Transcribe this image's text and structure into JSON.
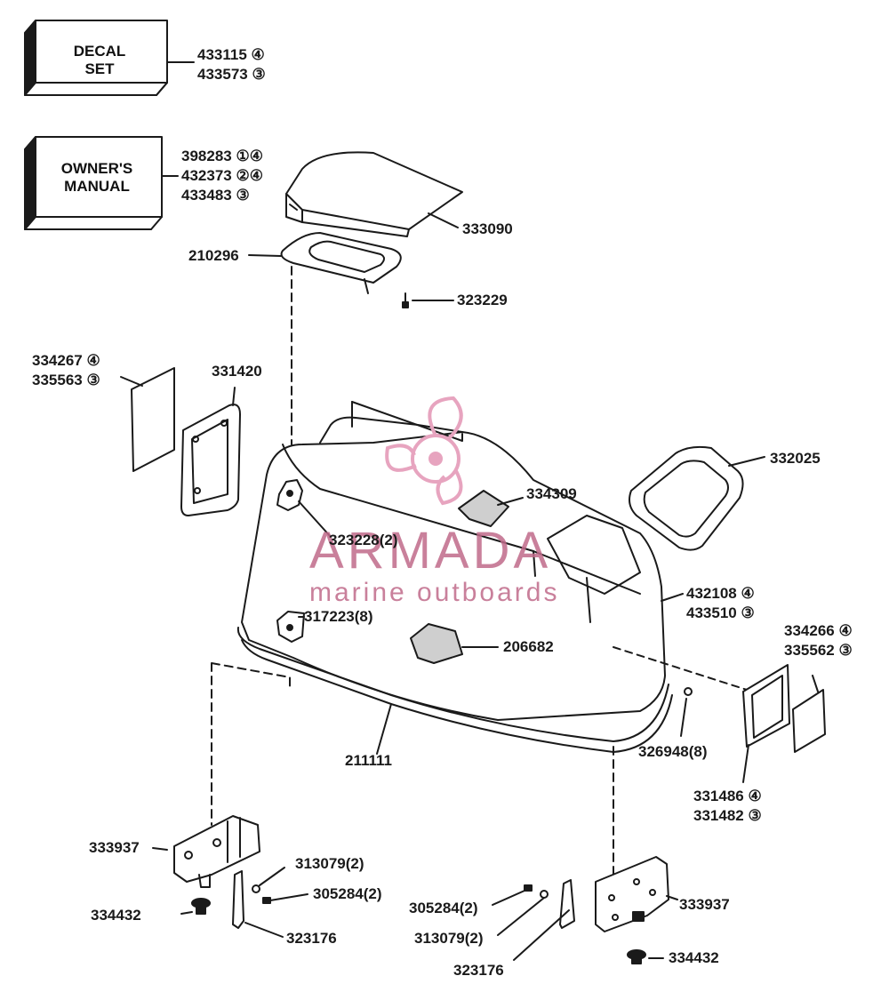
{
  "decal_box": {
    "line1": "DECAL",
    "line2": "SET"
  },
  "manual_box": {
    "line1": "OWNER'S",
    "line2": "MANUAL"
  },
  "watermark": {
    "brand": "ARMADA",
    "tagline": "marine outboards",
    "color": "#c06a8a"
  },
  "labels": {
    "decal_a": "433115 ④",
    "decal_b": "433573 ③",
    "manual_a": "398283 ①④",
    "manual_b": "432373 ②④",
    "manual_c": "433483 ③",
    "cover": "333090",
    "bezel": "210296",
    "screw_top": "323229",
    "window_l_a": "334267 ④",
    "window_l_b": "335563 ③",
    "frame_l": "331420",
    "seal_r": "332025",
    "pad": "334309",
    "knob": "323228(2)",
    "clip": "317223(8)",
    "cowl_a": "432108 ④",
    "cowl_b": "433510 ③",
    "window_r_a": "334266 ④",
    "window_r_b": "335562 ③",
    "pad2": "206682",
    "rivet": "326948(8)",
    "gasket": "211111",
    "frame_r_a": "331486 ④",
    "frame_r_b": "331482 ③",
    "bracket_l": "333937",
    "washer_l": "313079(2)",
    "screw_l": "305284(2)",
    "grommet_l": "334432",
    "latch_l": "323176",
    "screw_r": "305284(2)",
    "washer_r": "313079(2)",
    "bracket_r": "333937",
    "latch_r": "323176",
    "grommet_r": "334432"
  }
}
